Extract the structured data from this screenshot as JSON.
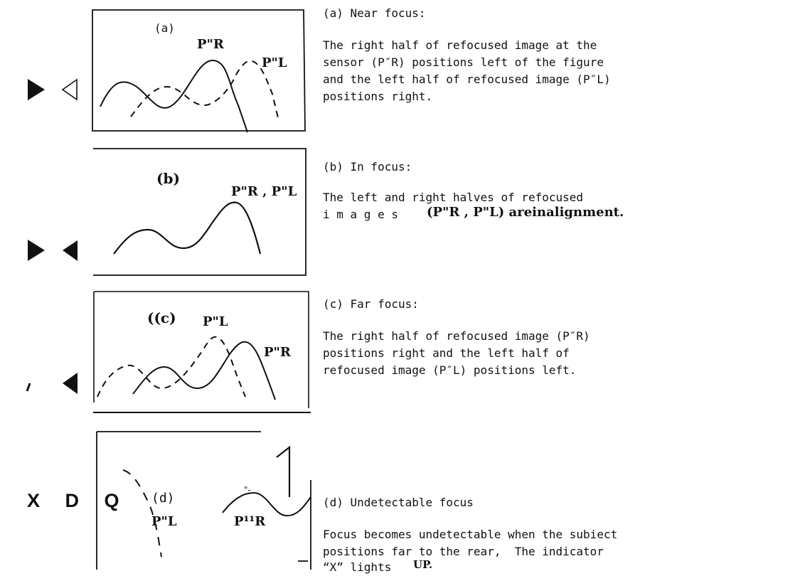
{
  "figures": {
    "a": {
      "panel_label": "(a)",
      "curve_label_1": "P\"R",
      "curve_label_2": "P\"L",
      "title": "(a) Near focus:",
      "description_lines": [
        "The right half of refocused image at the",
        "sensor (P″R) positions left of the figure",
        "and the left half of refocused image (P″L)",
        "positions right."
      ]
    },
    "b": {
      "panel_label": "(b)",
      "curve_label": "P\"R , P\"L",
      "title": "(b) In focus:",
      "description_line_1": "The left and right halves of refocused",
      "description_line_2_mono": "i m a g e s",
      "description_line_2_serif": "(P\"R , P\"L) areinalignment."
    },
    "c": {
      "panel_label": "((c)",
      "curve_label_1": "P\"L",
      "curve_label_2": "P\"R",
      "title": "(c) Far focus:",
      "description_lines": [
        "The right half of refocused image (P″R)",
        "positions right and the left half of",
        "refocused image (P″L) positions left."
      ]
    },
    "d": {
      "panel_label": "(d)",
      "curve_label_1": "P\"L",
      "curve_label_2": "P¹¹R",
      "corner_mark": "\"-",
      "indicator_text": "X D Q",
      "title": "(d) Undetectable focus",
      "description_lines": [
        "Focus becomes undetectable when the subiect",
        "positions far to the rear,  The indicator",
        "“X” lights"
      ],
      "description_tail": "UP."
    }
  }
}
